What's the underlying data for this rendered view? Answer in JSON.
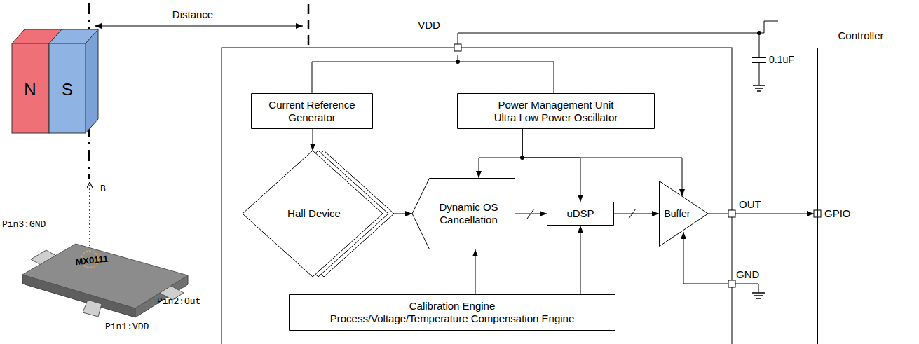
{
  "diagram": {
    "nodes": [
      {
        "text": [
          "Current Reference Generator"
        ]
      },
      {
        "text": [
          "Power Management Unit",
          "Ultra Low Power Oscillator"
        ]
      },
      {
        "text": [
          "Hall Device"
        ]
      },
      {
        "text": [
          "Dynamic OS Cancellation"
        ]
      },
      {
        "text": [
          "uDSP"
        ]
      },
      {
        "text": [
          "Buffer"
        ]
      },
      {
        "text": [
          "Calibration Engine",
          "Process/Voltage/Temperature Compensation Engine"
        ]
      },
      {
        "text": [
          "Controller"
        ]
      }
    ],
    "edges": [
      {
        "from": 0,
        "to": 2,
        "arrow": "to"
      },
      {
        "from": 2,
        "to": 3,
        "arrow": "to"
      },
      {
        "from": 1,
        "to": 3,
        "arrow": "to"
      },
      {
        "from": 1,
        "to": 4,
        "arrow": "to"
      },
      {
        "from": 1,
        "to": 5,
        "arrow": "to"
      },
      {
        "from": 3,
        "to": 4,
        "arrow": "to"
      },
      {
        "from": 4,
        "to": 5,
        "arrow": "to"
      },
      {
        "from": 5,
        "to": 7,
        "arrow": "to"
      },
      {
        "from": 6,
        "to": 3,
        "arrow": "to"
      },
      {
        "from": 6,
        "to": 4,
        "arrow": "to"
      }
    ],
    "labels": [
      "Distance",
      "N",
      "S",
      "B",
      "Pin3:GND",
      "MX0111",
      "Pin2:Out",
      "Pin1:VDD",
      "VDD",
      "0.1uF",
      "OUT",
      "GND",
      "GPIO"
    ]
  }
}
